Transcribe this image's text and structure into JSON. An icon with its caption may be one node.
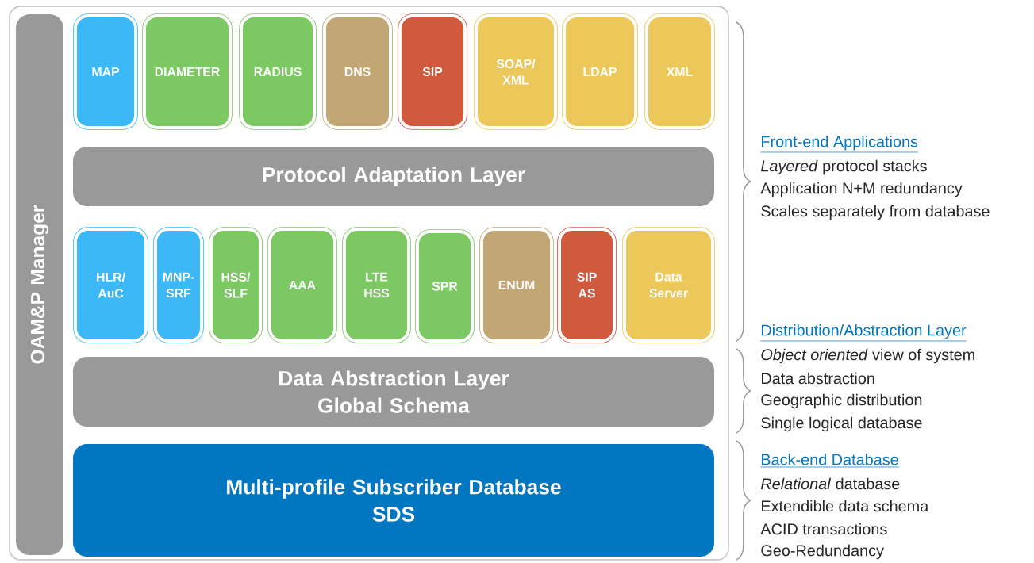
{
  "diagram": {
    "nodes": [
      {
        "text": [],
        "shape": "box"
      },
      {
        "text": [
          "OAM&P Manager"
        ],
        "in": 0
      },
      {
        "text": [
          "MAP"
        ],
        "in": 0
      },
      {
        "text": [
          "DIAMETER"
        ],
        "in": 0
      },
      {
        "text": [
          "RADIUS"
        ],
        "in": 0
      },
      {
        "text": [
          "DNS"
        ],
        "in": 0
      },
      {
        "text": [
          "SIP"
        ],
        "in": 0
      },
      {
        "text": [
          "SOAP/ XML"
        ],
        "in": 0
      },
      {
        "text": [
          "LDAP"
        ],
        "in": 0
      },
      {
        "text": [
          "XML"
        ],
        "in": 0
      },
      {
        "text": [
          "Protocol Adaptation Layer"
        ],
        "in": 0
      },
      {
        "text": [
          "HLR/ AuC"
        ],
        "in": 0
      },
      {
        "text": [
          "MNP- SRF"
        ],
        "in": 0
      },
      {
        "text": [
          "HSS/ SLF"
        ],
        "in": 0
      },
      {
        "text": [
          "AAA"
        ],
        "in": 0
      },
      {
        "text": [
          "LTE HSS"
        ],
        "in": 0
      },
      {
        "text": [
          "SPR"
        ],
        "in": 0
      },
      {
        "text": [
          "ENUM"
        ],
        "in": 0
      },
      {
        "text": [
          "SIP AS"
        ],
        "in": 0
      },
      {
        "text": [
          "Data Server"
        ],
        "in": 0
      },
      {
        "text": [
          "Data Abstraction Layer",
          "Global Schema"
        ],
        "in": 0
      },
      {
        "text": [
          "Multi-profile Subscriber Database",
          "SDS"
        ],
        "in": 0
      }
    ],
    "labels": [
      "Front-end Applications",
      "*Layered* protocol stacks",
      "Application N+M redundancy",
      "Scales separately from database",
      "Distribution/Abstraction Layer",
      "*Object oriented* view of system",
      "Data abstraction",
      "Geographic distribution",
      "Single logical database",
      "Back-end Database",
      "*Relational* database",
      "Extendible data schema",
      "ACID transactions",
      "Geo-Redundancy"
    ]
  }
}
